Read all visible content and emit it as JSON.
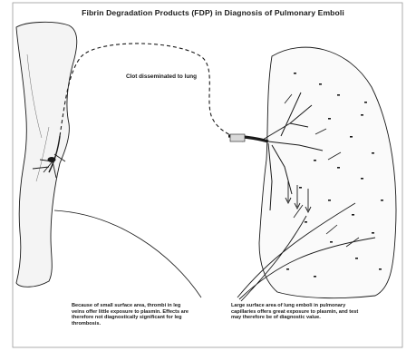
{
  "title": "Fibrin Degradation Products (FDP) in Diagnosis of Pulmonary Emboli",
  "labels": {
    "clot": "Clot disseminated to lung"
  },
  "captions": {
    "leg": "Because of small surface area, thrombi in leg veins offer little exposure to plasmin. Effects are therefore not diagnostically significant for leg thrombosis.",
    "lung": "Large surface area of lung emboli in pulmonary capillaries offers great exposure to plasmin, and test may therefore be of diagnostic value."
  },
  "colors": {
    "ink": "#1a1a1a",
    "paper": "#ffffff",
    "shade": "#d9d9d9"
  }
}
